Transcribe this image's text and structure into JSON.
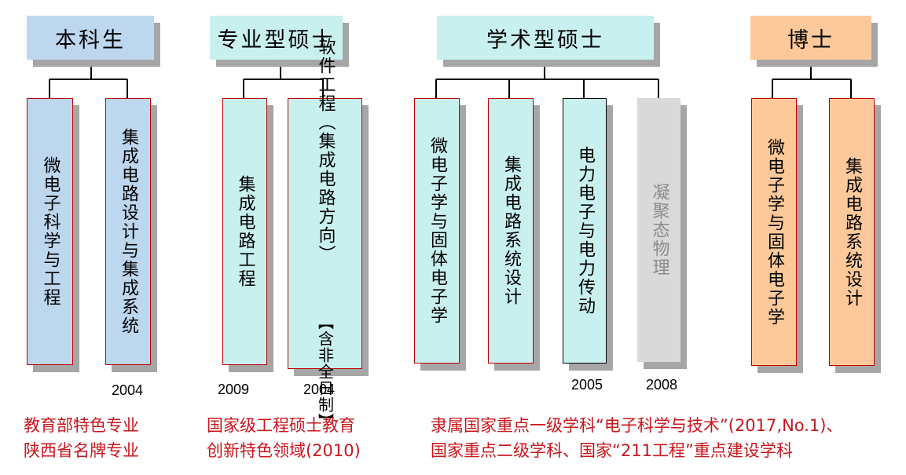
{
  "colors": {
    "blue_fill": "#bdd7ee",
    "teal_fill": "#c8f0ef",
    "gray_fill": "#d9d9d9",
    "orange_fill": "#fdc99a",
    "box_border": "#c00000",
    "note_red": "#c8161d",
    "shadow": "#a6a6a6"
  },
  "groups": {
    "undergrad": {
      "title": "本科生",
      "majors": [
        "微电子科学与工程",
        "集成电路设计与集成系统"
      ],
      "years": [
        "2004"
      ],
      "notes": [
        "教育部特色专业",
        "陕西省名牌专业"
      ]
    },
    "prof_master": {
      "title": "专业型硕士",
      "majors": [
        "集成电路工程",
        "软件工程（集成电路方向）"
      ],
      "side_note": "【含非全日制】",
      "years": [
        "2009",
        "2004"
      ],
      "notes": [
        "国家级工程硕士教育",
        "创新特色领域(2010)"
      ]
    },
    "acad_master": {
      "title": "学术型硕士",
      "majors": [
        "微电子学与固体电子学",
        "集成电路系统设计",
        "电力电子与电力传动",
        "凝聚态物理"
      ],
      "years": [
        "2005",
        "2008"
      ],
      "notes": [
        "隶属国家重点一级学科“电子科学与技术”(2017,No.1)、",
        "国家重点二级学科、国家“211工程”重点建设学科"
      ]
    },
    "phd": {
      "title": "博士",
      "majors": [
        "微电子学与固体电子学",
        "集成电路系统设计"
      ]
    }
  }
}
